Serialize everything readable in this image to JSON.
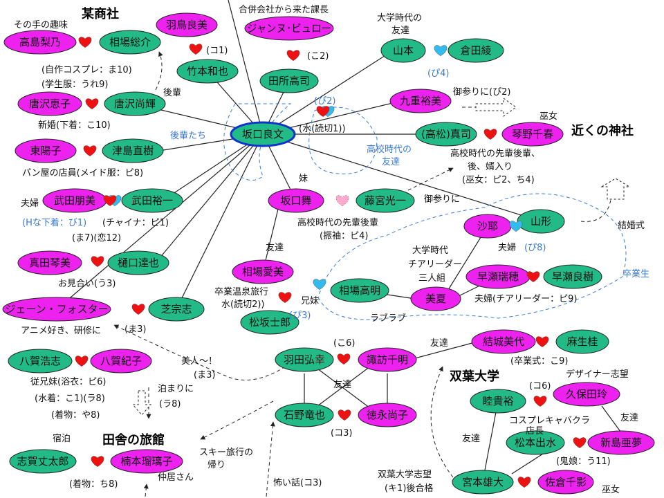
{
  "colors": {
    "female": "#ee22ee",
    "male": "#22bb88",
    "heart_red": "#ee1111",
    "heart_blue": "#33bbee",
    "heart_pink": "#ffaacc",
    "note_blue": "#3a7bd5",
    "center_ring": "#1133cc"
  },
  "headings": [
    {
      "id": "bousha",
      "text": "某商社"
    },
    {
      "id": "jinja",
      "text": "近くの神社"
    },
    {
      "id": "futaba",
      "text": "双葉大学"
    },
    {
      "id": "ryokan",
      "text": "田舎の旅館"
    }
  ],
  "persons": [
    {
      "id": "sakaguchi",
      "name": "坂口良文",
      "gender": "male",
      "center": true
    },
    {
      "id": "takashima",
      "name": "高島梨乃",
      "gender": "female"
    },
    {
      "id": "aiba_s",
      "name": "相場総介",
      "gender": "male"
    },
    {
      "id": "hashima",
      "name": "羽鳥良美",
      "gender": "female"
    },
    {
      "id": "takemoto",
      "name": "竹本和也",
      "gender": "male"
    },
    {
      "id": "jeanne",
      "name": "ジャンヌ･ビュロー",
      "gender": "female"
    },
    {
      "id": "tadokoro",
      "name": "田所高司",
      "gender": "male"
    },
    {
      "id": "yamamoto",
      "name": "山本",
      "gender": "male"
    },
    {
      "id": "kurata",
      "name": "倉田綾",
      "gender": "male"
    },
    {
      "id": "karasawa_k",
      "name": "唐沢恵子",
      "gender": "female"
    },
    {
      "id": "karasawa_n",
      "name": "唐沢尚輝",
      "gender": "male"
    },
    {
      "id": "kokonoe",
      "name": "九重裕美",
      "gender": "female"
    },
    {
      "id": "takamatsu",
      "name": "(高松)真司",
      "gender": "male"
    },
    {
      "id": "kotono",
      "name": "琴野千春",
      "gender": "female"
    },
    {
      "id": "higashi",
      "name": "東陽子",
      "gender": "female"
    },
    {
      "id": "tsushima",
      "name": "津島直樹",
      "gender": "male"
    },
    {
      "id": "takeda_t",
      "name": "武田朋美",
      "gender": "female"
    },
    {
      "id": "takeda_y",
      "name": "武田裕一",
      "gender": "male"
    },
    {
      "id": "sakaguchi_m",
      "name": "坂口舞",
      "gender": "female"
    },
    {
      "id": "fujimiya",
      "name": "藤宮光一",
      "gender": "male"
    },
    {
      "id": "yamagata",
      "name": "山形",
      "gender": "male"
    },
    {
      "id": "saya",
      "name": "沙耶",
      "gender": "female"
    },
    {
      "id": "sanada",
      "name": "真田琴美",
      "gender": "female"
    },
    {
      "id": "higuchi",
      "name": "樋口達也",
      "gender": "male"
    },
    {
      "id": "aiba_a",
      "name": "相場愛美",
      "gender": "female"
    },
    {
      "id": "aiba_t",
      "name": "相場高明",
      "gender": "male"
    },
    {
      "id": "hayase_m",
      "name": "早瀬瑞穂",
      "gender": "female"
    },
    {
      "id": "hayase_r",
      "name": "早瀬良樹",
      "gender": "male"
    },
    {
      "id": "mika",
      "name": "美夏",
      "gender": "female"
    },
    {
      "id": "jane",
      "name": "ジェーン・フォスター",
      "gender": "female"
    },
    {
      "id": "shiba",
      "name": "芝宗志",
      "gender": "male"
    },
    {
      "id": "matsuzaka",
      "name": "松坂士郎",
      "gender": "male"
    },
    {
      "id": "yuuki",
      "name": "結城美代",
      "gender": "female"
    },
    {
      "id": "asou",
      "name": "麻生桂",
      "gender": "male"
    },
    {
      "id": "yaga_h",
      "name": "八賀浩志",
      "gender": "male"
    },
    {
      "id": "yaga_n",
      "name": "八賀紀子",
      "gender": "female"
    },
    {
      "id": "hada",
      "name": "羽田弘幸",
      "gender": "male"
    },
    {
      "id": "suwa",
      "name": "諏訪千明",
      "gender": "female"
    },
    {
      "id": "mutsuki",
      "name": "睦貴裕",
      "gender": "male"
    },
    {
      "id": "kubota",
      "name": "久保田玲",
      "gender": "female"
    },
    {
      "id": "ishino",
      "name": "石野竜也",
      "gender": "male"
    },
    {
      "id": "tokunaga",
      "name": "徳永尚子",
      "gender": "female"
    },
    {
      "id": "matsumoto",
      "name": "松本出水",
      "gender": "male"
    },
    {
      "id": "niijima",
      "name": "新島亜夢",
      "gender": "female"
    },
    {
      "id": "shiga",
      "name": "志賀丈太郎",
      "gender": "male"
    },
    {
      "id": "kusumoto",
      "name": "楠本瑠璃子",
      "gender": "female"
    },
    {
      "id": "miyamoto",
      "name": "宮本雄大",
      "gender": "male"
    },
    {
      "id": "sakura",
      "name": "佐倉千影",
      "gender": "female"
    }
  ],
  "hearts": [
    {
      "id": "takashima-aiba",
      "style": "red"
    },
    {
      "id": "hashima-takemoto",
      "style": "red"
    },
    {
      "id": "jeanne-tadokoro",
      "style": "red"
    },
    {
      "id": "yamamoto-kurata",
      "style": "blue"
    },
    {
      "id": "karasawa",
      "style": "red"
    },
    {
      "id": "center-kokonoe",
      "style": "redblue"
    },
    {
      "id": "takamatsu-kotono",
      "style": "red"
    },
    {
      "id": "higashi-tsushima",
      "style": "red"
    },
    {
      "id": "takeda",
      "style": "redblue"
    },
    {
      "id": "mai-fujimiya",
      "style": "pink"
    },
    {
      "id": "saya-yamagata",
      "style": "blue"
    },
    {
      "id": "sanada-higuchi",
      "style": "red"
    },
    {
      "id": "aiba-siblings",
      "style": "blue"
    },
    {
      "id": "aiba-matsuzaka",
      "style": "red"
    },
    {
      "id": "hayase",
      "style": "red"
    },
    {
      "id": "jane-shiba",
      "style": "red"
    },
    {
      "id": "yuuki-asou",
      "style": "red"
    },
    {
      "id": "yaga",
      "style": "red"
    },
    {
      "id": "hada-suwa",
      "style": "red"
    },
    {
      "id": "mutsuki-kubota",
      "style": "red"
    },
    {
      "id": "ishino-tokunaga",
      "style": "red"
    },
    {
      "id": "matsumoto-niijima",
      "style": "red"
    },
    {
      "id": "shiga-kusumoto",
      "style": "red"
    },
    {
      "id": "miyamoto-sakura",
      "style": "red"
    }
  ],
  "notes": [
    {
      "id": "sonote",
      "text": "その手の趣味",
      "tone": "black"
    },
    {
      "id": "jisaku",
      "text": "(自作コスプレ：ま10)",
      "tone": "black"
    },
    {
      "id": "gakusei",
      "text": "(学生服：うれ9)",
      "tone": "black"
    },
    {
      "id": "ko1",
      "text": "(コ1)",
      "tone": "black"
    },
    {
      "id": "gappei",
      "text": "合併会社から来た課長",
      "tone": "black"
    },
    {
      "id": "ko2",
      "text": "(こ2)",
      "tone": "black"
    },
    {
      "id": "daigaku_tomo",
      "text": "大学時代の",
      "tone": "black"
    },
    {
      "id": "tomodachi",
      "text": "友達",
      "tone": "black"
    },
    {
      "id": "pi4",
      "text": "(ぴ4)",
      "tone": "blue"
    },
    {
      "id": "kouhai",
      "text": "後輩",
      "tone": "black"
    },
    {
      "id": "kouhaitachi",
      "text": "後輩たち",
      "tone": "blue"
    },
    {
      "id": "pi2",
      "text": "(ぴ2)",
      "tone": "blue"
    },
    {
      "id": "mizu_yomi1",
      "text": "(水(読切1))",
      "tone": "black"
    },
    {
      "id": "omairi_pi2",
      "text": "御参りに(ぴ2)",
      "tone": "black"
    },
    {
      "id": "miko",
      "text": "巫女",
      "tone": "black"
    },
    {
      "id": "shinkon",
      "text": "新婚(下着：こ10)",
      "tone": "black"
    },
    {
      "id": "koukou_tomo1",
      "text": "高校時代の",
      "tone": "blue"
    },
    {
      "id": "koukou_tomo2",
      "text": "友達",
      "tone": "blue"
    },
    {
      "id": "senpai1",
      "text": "高校時代の先輩後輩、",
      "tone": "black"
    },
    {
      "id": "senpai2",
      "text": "後、婿入り",
      "tone": "black"
    },
    {
      "id": "senpai3",
      "text": "(巫女：ピ2、ち4)",
      "tone": "black"
    },
    {
      "id": "panya",
      "text": "パン屋の店員(メイド服：ピ8)",
      "tone": "black"
    },
    {
      "id": "imouto",
      "text": "妹",
      "tone": "black"
    },
    {
      "id": "fuufu",
      "text": "夫婦",
      "tone": "black"
    },
    {
      "id": "omairi",
      "text": "御参りに",
      "tone": "black"
    },
    {
      "id": "h_shitagi",
      "text": "(Hな下着：び1)",
      "tone": "blue"
    },
    {
      "id": "china",
      "text": "(チャイナ：ピ1)",
      "tone": "black"
    },
    {
      "id": "kekkonshiki",
      "text": "結婚式",
      "tone": "black"
    },
    {
      "id": "senpai_furisode",
      "text": "高校時代の先輩後輩",
      "tone": "black"
    },
    {
      "id": "furisode",
      "text": "(振袖：ピ4)",
      "tone": "black"
    },
    {
      "id": "ma7",
      "text": "(ま7)(恋12)",
      "tone": "black"
    },
    {
      "id": "fuufu_pi8a",
      "text": "夫婦",
      "tone": "black"
    },
    {
      "id": "fuufu_pi8b",
      "text": "(ぴ8)",
      "tone": "blue"
    },
    {
      "id": "tomodachi2",
      "text": "友達",
      "tone": "black"
    },
    {
      "id": "cheer1",
      "text": "大学時代",
      "tone": "black"
    },
    {
      "id": "cheer2",
      "text": "チアリーダー",
      "tone": "black"
    },
    {
      "id": "cheer3",
      "text": "三人組",
      "tone": "black"
    },
    {
      "id": "sotsugyousei",
      "text": "卒業生",
      "tone": "blue"
    },
    {
      "id": "omiai",
      "text": "お見合い(う3)",
      "tone": "black"
    },
    {
      "id": "onsen1",
      "text": "卒業温泉旅行",
      "tone": "black"
    },
    {
      "id": "onsen2",
      "text": "水(読切2))",
      "tone": "black"
    },
    {
      "id": "kyoudai",
      "text": "兄妹",
      "tone": "black"
    },
    {
      "id": "u3",
      "text": "(ぴ3)",
      "tone": "blue"
    },
    {
      "id": "fuufu_cheer",
      "text": "夫婦(チアリーダー：ピ9)",
      "tone": "black"
    },
    {
      "id": "loveloveTxt",
      "text": "ラブラブ",
      "tone": "black"
    },
    {
      "id": "anime",
      "text": "アニメ好き、研修に",
      "tone": "black"
    },
    {
      "id": "ma3",
      "text": "(ま3)",
      "tone": "black"
    },
    {
      "id": "ko6a",
      "text": "(こ6)",
      "tone": "black"
    },
    {
      "id": "tomodachi3",
      "text": "友達",
      "tone": "black"
    },
    {
      "id": "sotsugyoushiki",
      "text": "(卒業式：こ9)",
      "tone": "black"
    },
    {
      "id": "bijin",
      "text": "美人～！",
      "tone": "black"
    },
    {
      "id": "ma3b",
      "text": "(ま3)",
      "tone": "black"
    },
    {
      "id": "designer",
      "text": "デザイナー志望",
      "tone": "black"
    },
    {
      "id": "ko6b",
      "text": "(コ6)",
      "tone": "black"
    },
    {
      "id": "itoko",
      "text": "従兄妹(浴衣：ピ6)",
      "tone": "black"
    },
    {
      "id": "mizugi",
      "text": "(水着：こ1)(ラ8)",
      "tone": "black"
    },
    {
      "id": "kimono_ya8",
      "text": "(着物：や8)",
      "tone": "black"
    },
    {
      "id": "tomari1",
      "text": "泊まりに",
      "tone": "black"
    },
    {
      "id": "tomari2",
      "text": "(ラ8)",
      "tone": "black"
    },
    {
      "id": "tomodachi4",
      "text": "友達",
      "tone": "black"
    },
    {
      "id": "ko3",
      "text": "(コ3)",
      "tone": "black"
    },
    {
      "id": "cosplay1",
      "text": "コスプレキャバクラ",
      "tone": "black"
    },
    {
      "id": "cosplay2",
      "text": "店長",
      "tone": "black"
    },
    {
      "id": "tomodachi5",
      "text": "友達",
      "tone": "black"
    },
    {
      "id": "tomodachi6",
      "text": "友達",
      "tone": "black"
    },
    {
      "id": "shukuhaku",
      "text": "宿泊",
      "tone": "black"
    },
    {
      "id": "ski1",
      "text": "スキー旅行の",
      "tone": "black"
    },
    {
      "id": "ski2",
      "text": "帰り",
      "tone": "black"
    },
    {
      "id": "onikko",
      "text": "(鬼娘：う11)",
      "tone": "black"
    },
    {
      "id": "futaba_shibou1",
      "text": "双葉大学志望",
      "tone": "black"
    },
    {
      "id": "futaba_shibou2",
      "text": "(キ1)後合格",
      "tone": "black"
    },
    {
      "id": "kimono_chi8",
      "text": "(着物：ち8)",
      "tone": "black"
    },
    {
      "id": "nakai",
      "text": "仲居さん",
      "tone": "black"
    },
    {
      "id": "kowai",
      "text": "怖い話(コ3)",
      "tone": "black"
    },
    {
      "id": "miko2",
      "text": "巫女",
      "tone": "black"
    }
  ]
}
